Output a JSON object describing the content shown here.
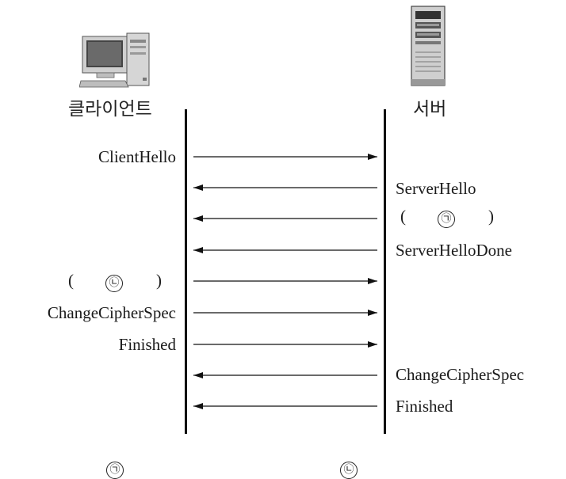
{
  "actors": {
    "client": {
      "name": "클라이언트",
      "icon": "desktop-computer-icon"
    },
    "server": {
      "name": "서버",
      "icon": "server-tower-icon"
    }
  },
  "messages": [
    {
      "label": "ClientHello",
      "direction": "client-to-server"
    },
    {
      "label": "ServerHello",
      "direction": "server-to-client"
    },
    {
      "label": "㉠",
      "direction": "server-to-client",
      "blank": true
    },
    {
      "label": "ServerHelloDone",
      "direction": "server-to-client"
    },
    {
      "label": "㉡",
      "direction": "client-to-server",
      "blank": true
    },
    {
      "label": "ChangeCipherSpec",
      "direction": "client-to-server"
    },
    {
      "label": "Finished",
      "direction": "client-to-server"
    },
    {
      "label": "ChangeCipherSpec",
      "direction": "server-to-client"
    },
    {
      "label": "Finished",
      "direction": "server-to-client"
    }
  ],
  "answer_slots": [
    {
      "label": "㉠"
    },
    {
      "label": "㉡"
    }
  ],
  "colors": {
    "ink": "#111111",
    "computer_beige": "#cfcfcf"
  }
}
